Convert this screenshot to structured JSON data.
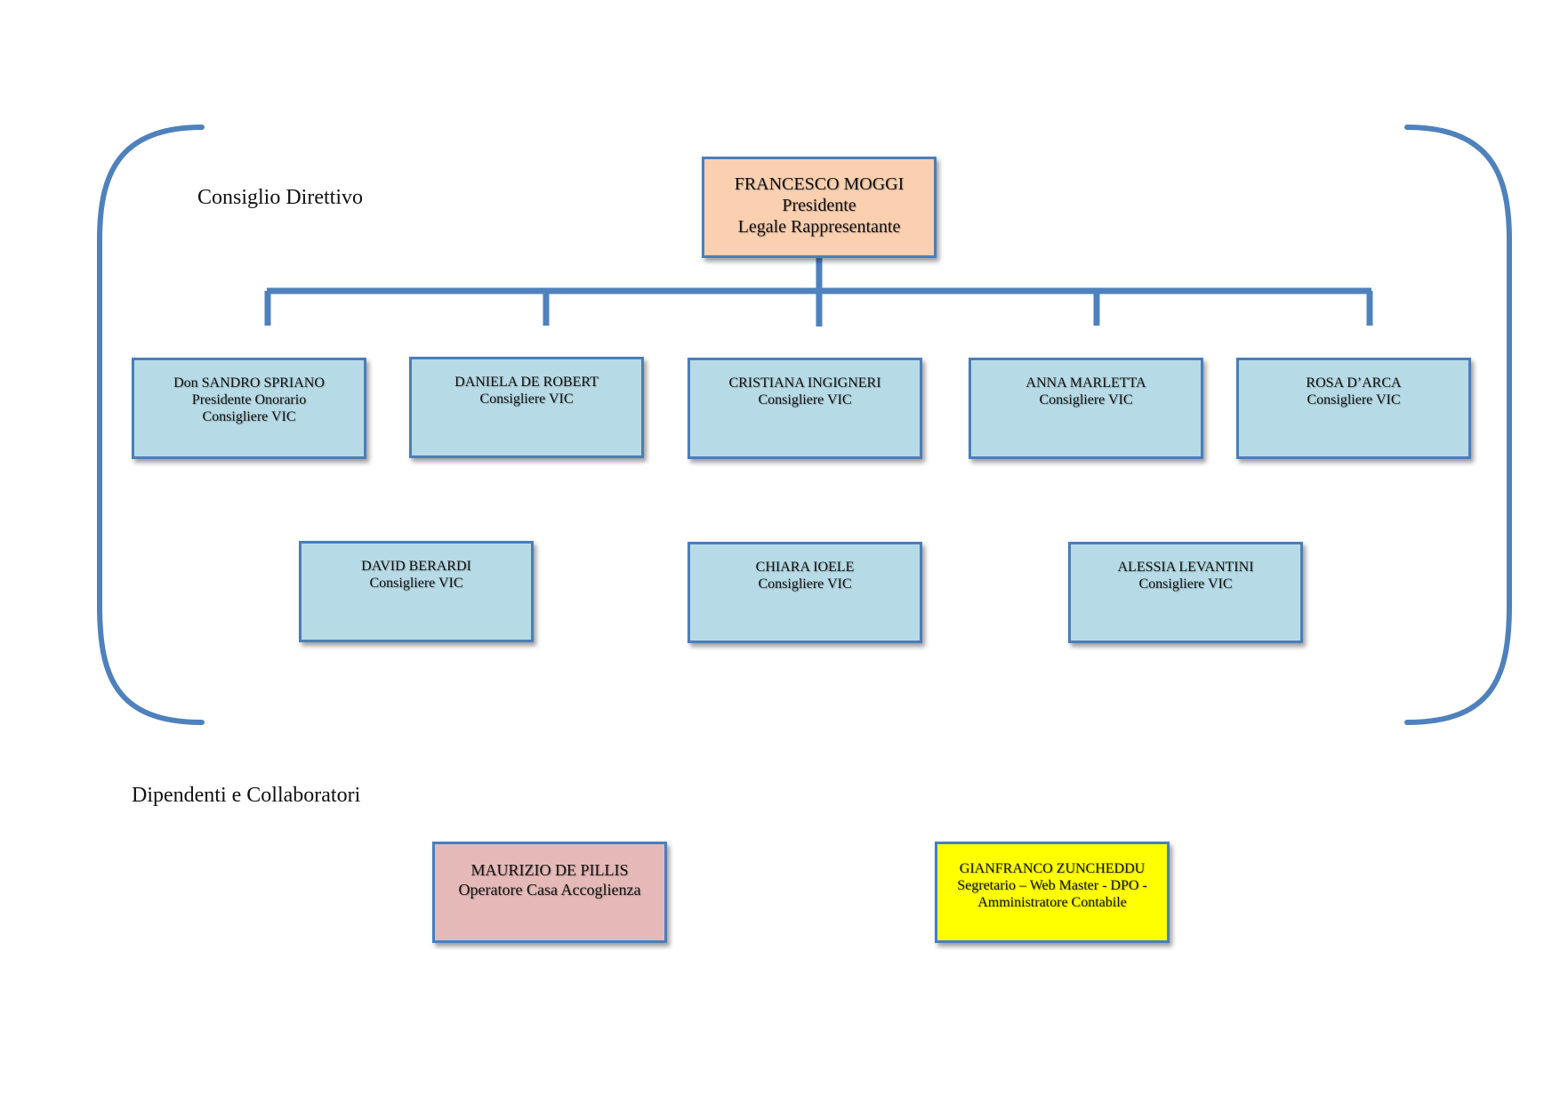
{
  "colors": {
    "connector": "#4f81bd",
    "box_border": "#4a7ebb",
    "president_fill": "#fad0b0",
    "member_fill": "#b7dbe6",
    "staff_pink_fill": "#e5b9b7",
    "staff_yellow_fill": "#ffff00"
  },
  "sections": {
    "board_title": "Consiglio Direttivo",
    "staff_title": "Dipendenti e Collaboratori"
  },
  "president": {
    "name": "FRANCESCO MOGGI",
    "role": "Presidente",
    "role2": "Legale Rappresentante"
  },
  "board_row1": [
    {
      "name": "Don SANDRO SPRIANO",
      "role": "Presidente Onorario",
      "role2": "Consigliere VIC"
    },
    {
      "name": "DANIELA DE ROBERT",
      "role": "Consigliere VIC"
    },
    {
      "name": "CRISTIANA INGIGNERI",
      "role": "Consigliere VIC"
    },
    {
      "name": "ANNA MARLETTA",
      "role": "Consigliere VIC"
    },
    {
      "name": "ROSA D’ARCA",
      "role": "Consigliere VIC"
    }
  ],
  "board_row2": [
    {
      "name": "DAVID BERARDI",
      "role": "Consigliere VIC"
    },
    {
      "name": "CHIARA IOELE",
      "role": "Consigliere VIC"
    },
    {
      "name": "ALESSIA LEVANTINI",
      "role": "Consigliere VIC"
    }
  ],
  "staff": [
    {
      "name": "MAURIZIO DE PILLIS",
      "role": "Operatore Casa Accoglienza"
    },
    {
      "name": "GIANFRANCO ZUNCHEDDU",
      "role": "Segretario – Web Master - DPO -",
      "role2": "Amministratore Contabile"
    }
  ]
}
